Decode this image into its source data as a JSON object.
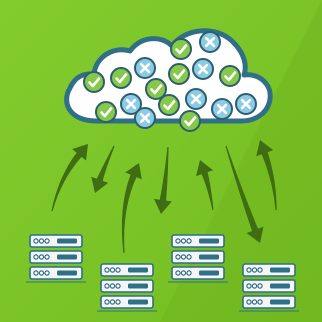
{
  "illustration": {
    "subject": "cloud-sync",
    "colors": {
      "background": "#7cc42a",
      "background_shade": "#5e9f17",
      "cloud_fill": "#ffffff",
      "cloud_outline": "#2f6f87",
      "check_badge": "#86c84a",
      "cross_badge": "#8ccbe6",
      "badge_outline": "#2d5e70",
      "arrow": "#3f6d12",
      "server_body": "#f3f5f6",
      "server_outline": "#2f6f87",
      "server_bar": "#2f6f87"
    },
    "cloud_badges": [
      {
        "icon": "check-icon"
      },
      {
        "icon": "cross-icon"
      },
      {
        "icon": "check-icon"
      },
      {
        "icon": "check-icon"
      },
      {
        "icon": "cross-icon"
      },
      {
        "icon": "check-icon"
      },
      {
        "icon": "cross-icon"
      },
      {
        "icon": "check-icon"
      },
      {
        "icon": "check-icon"
      },
      {
        "icon": "cross-icon"
      },
      {
        "icon": "check-icon"
      },
      {
        "icon": "cross-icon"
      },
      {
        "icon": "check-icon"
      },
      {
        "icon": "cross-icon"
      },
      {
        "icon": "check-icon"
      },
      {
        "icon": "cross-icon"
      },
      {
        "icon": "cross-icon"
      }
    ],
    "servers": [
      {
        "icon": "server-icon",
        "units": 3
      },
      {
        "icon": "server-icon",
        "units": 3
      },
      {
        "icon": "server-icon",
        "units": 3
      },
      {
        "icon": "server-icon",
        "units": 3
      }
    ],
    "arrows": [
      {
        "icon": "upload-arrow-icon"
      },
      {
        "icon": "download-arrow-icon"
      },
      {
        "icon": "upload-arrow-icon"
      },
      {
        "icon": "download-arrow-icon"
      },
      {
        "icon": "upload-arrow-icon"
      },
      {
        "icon": "download-arrow-icon"
      },
      {
        "icon": "upload-arrow-icon"
      }
    ]
  }
}
